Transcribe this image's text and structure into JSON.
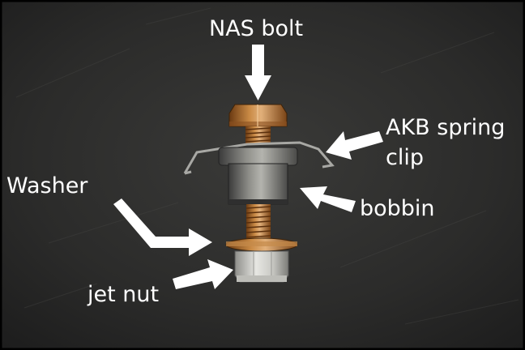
{
  "labels": {
    "nas_bolt": "NAS bolt",
    "akb_line1": "AKB spring",
    "akb_line2": "clip",
    "bobbin": "bobbin",
    "washer": "Washer",
    "jet_nut": "jet nut"
  },
  "colors": {
    "background": "#2a2a2a",
    "label_text": "#ffffff",
    "arrow": "#ffffff",
    "border": "#000000"
  },
  "icons": {
    "arrow": "arrow-icon"
  }
}
